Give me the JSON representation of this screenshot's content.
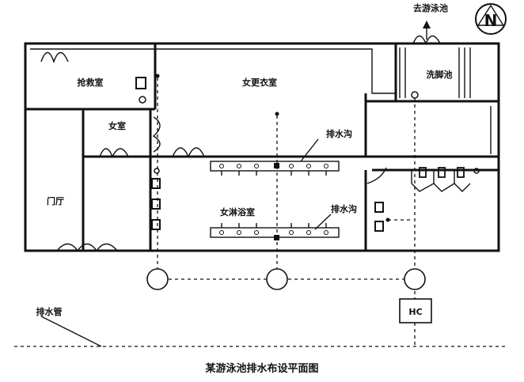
{
  "labels": {
    "to_pool": "去游泳池",
    "first_aid_room": "抢救室",
    "womens_changing_room": "女更衣室",
    "foot_bath": "洗脚池",
    "womens_room": "女室",
    "drainage_ditch_upper": "排水沟",
    "drainage_ditch_lower": "排水沟",
    "lobby": "门厅",
    "womens_shower_room": "女淋浴室",
    "drain_pipe": "排水管",
    "hc": "HC"
  },
  "caption": "某游泳池排水布设平面图",
  "compass": {
    "letter": "N"
  }
}
